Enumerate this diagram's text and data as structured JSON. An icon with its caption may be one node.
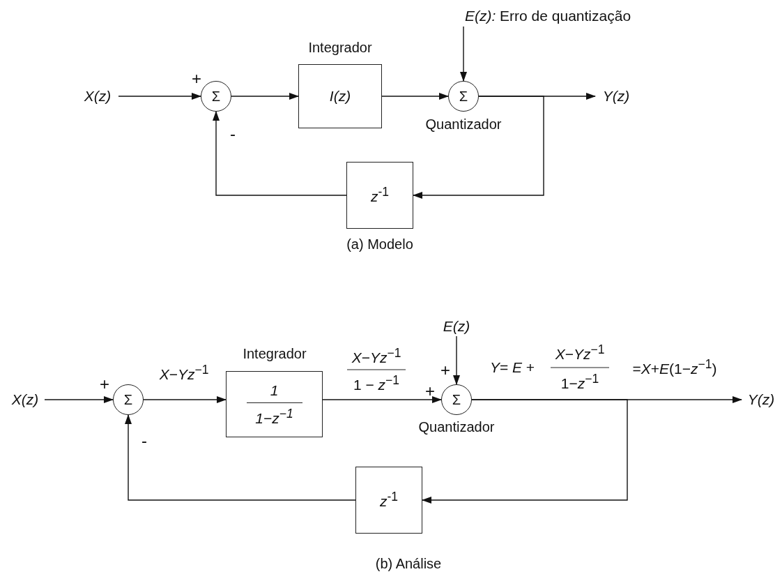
{
  "diagram": {
    "nodes": [
      {
        "text": [
          "X(z)"
        ]
      },
      {
        "text": [
          "Σ"
        ]
      },
      {
        "text": [
          "I(z)"
        ],
        "beside": [
          "Integrador"
        ]
      },
      {
        "text": [
          "Σ"
        ],
        "beside": [
          "Quantizador"
        ]
      },
      {
        "text": [
          "*E(z):* Erro de quantização"
        ]
      },
      {
        "text": [
          "Y(z)"
        ]
      },
      {
        "text": [
          "*z*$^{-1}$"
        ]
      },
      {
        "text": [
          "X(z)"
        ]
      },
      {
        "text": [
          "Σ"
        ]
      },
      {
        "text": [
          "1",
          "1−*z*$^{−1}$"
        ],
        "beside": [
          "Integrador"
        ]
      },
      {
        "text": [
          "Σ"
        ],
        "beside": [
          "Quantizador"
        ]
      },
      {
        "text": [
          "E(z)"
        ]
      },
      {
        "text": [
          "Y(z)"
        ]
      },
      {
        "text": [
          "*z*$^{-1}$"
        ]
      }
    ],
    "edges": [
      {
        "from": 0,
        "to": 1,
        "arrow": "to"
      },
      {
        "from": 1,
        "to": 2,
        "arrow": "to"
      },
      {
        "from": 2,
        "to": 3,
        "arrow": "to"
      },
      {
        "from": 4,
        "to": 3,
        "arrow": "to"
      },
      {
        "from": 3,
        "to": 5,
        "arrow": "to"
      },
      {
        "from": 3,
        "to": 6,
        "arrow": "to"
      },
      {
        "from": 6,
        "to": 1,
        "arrow": "to"
      },
      {
        "from": 7,
        "to": 8,
        "arrow": "to"
      },
      {
        "from": 8,
        "to": 9,
        "arrow": "to",
        "label": "*X*−*Yz*$^{−1}$"
      },
      {
        "from": 9,
        "to": 10,
        "arrow": "to"
      },
      {
        "from": 11,
        "to": 10,
        "arrow": "to"
      },
      {
        "from": 10,
        "to": 12,
        "arrow": "to"
      },
      {
        "from": 10,
        "to": 13,
        "arrow": "to"
      },
      {
        "from": 13,
        "to": 8,
        "arrow": "to"
      }
    ],
    "labels": [
      "+",
      "-",
      "(a) Modelo",
      "+",
      "*X*−*Yz*$^{−1}$",
      "1 − *z*$^{−1}$",
      "+",
      "+",
      "*Y*= *E* +",
      "*X*−*Yz*$^{−1}$",
      "1−*z*$^{−1}$",
      "=*X*+*E*(1−*z*$^{−1}$)",
      "-",
      "(b) Análise"
    ]
  }
}
